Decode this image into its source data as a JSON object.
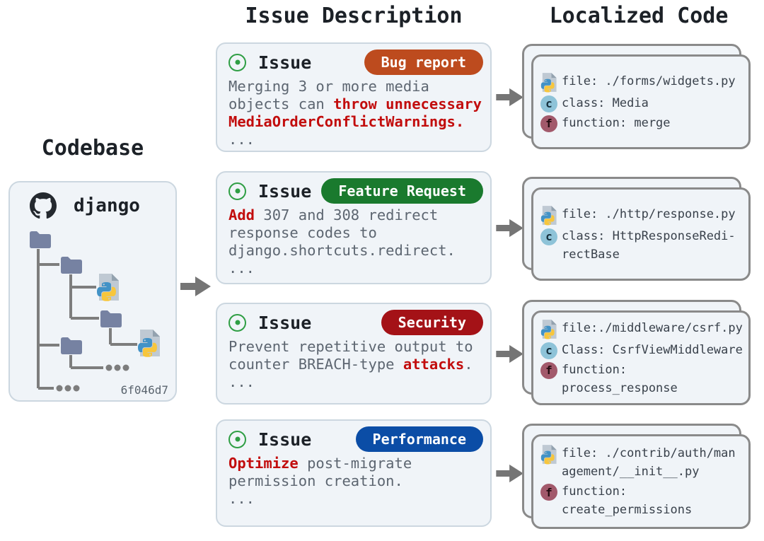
{
  "headers": {
    "codebase": "Codebase",
    "issues": "Issue Description",
    "code": "Localized Code"
  },
  "codebase": {
    "repo_name": "django",
    "commit": "6f046d7",
    "tree": {
      "folder_count": 4,
      "python_file_count": 2,
      "truncation_marker": "..."
    }
  },
  "issues": [
    {
      "label": "Issue",
      "badge": {
        "text": "Bug report",
        "color": "#bd4b1e"
      },
      "lines": [
        [
          {
            "t": "Merging 3 or more media"
          }
        ],
        [
          {
            "t": "objects can "
          },
          {
            "t": "throw unnecessary",
            "red": true
          }
        ],
        [
          {
            "t": "MediaOrderConflictWarnings.",
            "red": true
          }
        ],
        [
          {
            "t": "..."
          }
        ]
      ]
    },
    {
      "label": "Issue",
      "badge": {
        "text": "Feature Request",
        "color": "#1a7a2e"
      },
      "lines": [
        [
          {
            "t": "Add",
            "red": true
          },
          {
            "t": " 307 and 308 redirect"
          }
        ],
        [
          {
            "t": "response codes to"
          }
        ],
        [
          {
            "t": "django.shortcuts.redirect."
          }
        ],
        [
          {
            "t": "..."
          }
        ]
      ]
    },
    {
      "label": "Issue",
      "badge": {
        "text": "Security",
        "color": "#a41217"
      },
      "lines": [
        [
          {
            "t": "Prevent repetitive output to"
          }
        ],
        [
          {
            "t": "counter BREACH-type "
          },
          {
            "t": "attacks",
            "red": true
          },
          {
            "t": "."
          }
        ],
        [
          {
            "t": "..."
          }
        ]
      ]
    },
    {
      "label": "Issue",
      "badge": {
        "text": "Performance",
        "color": "#0b4da6"
      },
      "lines": [
        [
          {
            "t": "Optimize",
            "red": true
          },
          {
            "t": " post-migrate"
          }
        ],
        [
          {
            "t": "permission creation."
          }
        ],
        [
          {
            "t": "..."
          }
        ]
      ]
    }
  ],
  "code_cards": [
    {
      "rows": [
        {
          "icon": "python-file",
          "lines": [
            "file: ./forms/widgets.py"
          ]
        },
        {
          "icon": "class",
          "lines": [
            "class: Media"
          ]
        },
        {
          "icon": "function",
          "lines": [
            "function: merge"
          ]
        }
      ]
    },
    {
      "rows": [
        {
          "icon": "python-file",
          "lines": [
            "file: ./http/response.py"
          ]
        },
        {
          "icon": "class",
          "lines": [
            "class: HttpResponseRedi-",
            "rectBase"
          ]
        }
      ]
    },
    {
      "rows": [
        {
          "icon": "python-file",
          "lines": [
            "file:./middleware/csrf.py"
          ]
        },
        {
          "icon": "class",
          "lines": [
            "Class: CsrfViewMiddleware"
          ]
        },
        {
          "icon": "function",
          "lines": [
            "function:",
            "process_response"
          ]
        }
      ]
    },
    {
      "rows": [
        {
          "icon": "python-file",
          "lines": [
            "file: ./contrib/auth/man",
            "agement/__init__.py"
          ]
        },
        {
          "icon": "function",
          "lines": [
            "function:",
            "create_permissions"
          ]
        }
      ]
    }
  ],
  "icons": {
    "class": "c",
    "function": "f",
    "issue_state": "issue-opened-circle-dot",
    "repo_host": "github-mark"
  },
  "colors": {
    "page_bg": "#ffffff",
    "card_bg": "#f0f4f8",
    "soft_border": "#ccd7e0",
    "code_border": "#8a8a8a",
    "heading_text": "#1c2127",
    "body_text": "#5d6671",
    "highlight_red": "#c20d0d",
    "issue_green": "#2f9e44",
    "arrow_gray": "#757575",
    "tree_line": "#7d7d7d",
    "folder": "#7682a2",
    "doc": "#bfc9d3",
    "doc_fold": "#93a2af",
    "python_blue": "#4292c6",
    "python_yellow": "#f7c63c",
    "class_icon_bg": "#8ec3d8",
    "class_icon_text": "#16303d",
    "function_icon_bg": "#a2596b",
    "function_icon_text": "#230b10",
    "code_text": "#39414b",
    "commit_text": "#5a646e",
    "badge_text": "#ffffff",
    "github_icon": "#24292f"
  }
}
